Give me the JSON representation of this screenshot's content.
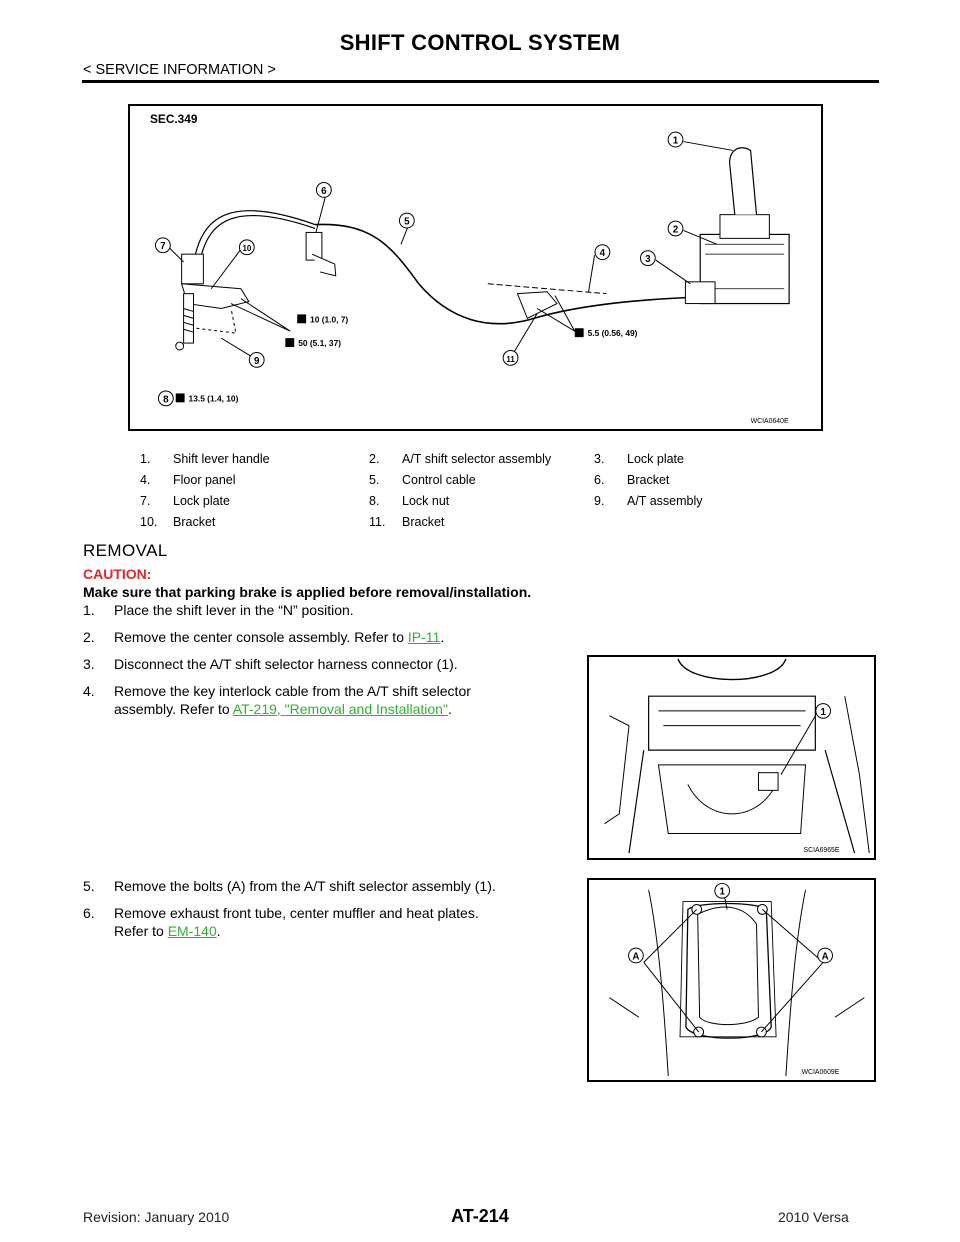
{
  "header": {
    "title": "SHIFT CONTROL SYSTEM",
    "section_tag": "< SERVICE INFORMATION >"
  },
  "figure1": {
    "sec_label": "SEC.349",
    "code": "WCIA0640E",
    "torque_labels": [
      "10 (1.0, 7)",
      "50 (5.1, 37)",
      "13.5 (1.4, 10)",
      "5.5 (0.56, 49)"
    ],
    "callouts": [
      "1",
      "2",
      "3",
      "4",
      "5",
      "6",
      "7",
      "8",
      "9",
      "10",
      "11"
    ]
  },
  "legend": [
    [
      {
        "num": "1.",
        "label": "Shift lever handle"
      },
      {
        "num": "2.",
        "label": "A/T shift selector assembly"
      },
      {
        "num": "3.",
        "label": "Lock plate"
      }
    ],
    [
      {
        "num": "4.",
        "label": "Floor panel"
      },
      {
        "num": "5.",
        "label": "Control cable"
      },
      {
        "num": "6.",
        "label": "Bracket"
      }
    ],
    [
      {
        "num": "7.",
        "label": "Lock plate"
      },
      {
        "num": "8.",
        "label": "Lock nut"
      },
      {
        "num": "9.",
        "label": "A/T assembly"
      }
    ],
    [
      {
        "num": "10.",
        "label": "Bracket"
      },
      {
        "num": "11.",
        "label": "Bracket"
      }
    ]
  ],
  "removal": {
    "heading": "REMOVAL",
    "caution_label": "CAUTION:",
    "caution_text": "Make sure that parking brake is applied before removal/installation.",
    "steps": [
      {
        "num": "1.",
        "text": "Place the shift lever in the “N” position."
      },
      {
        "num": "2.",
        "text_before": "Remove the center console assembly. Refer to ",
        "link": "IP-11",
        "text_after": "."
      },
      {
        "num": "3.",
        "text": "Disconnect the A/T shift selector harness connector (1)."
      },
      {
        "num": "4.",
        "line1": "Remove the key interlock cable from the A/T shift selector",
        "line2_before": "assembly. Refer to ",
        "link": "AT-219, \"Removal and Installation\"",
        "line2_after": "."
      },
      {
        "num": "5.",
        "text": "Remove the bolts (A) from the A/T shift selector assembly (1)."
      },
      {
        "num": "6.",
        "line1": "Remove exhaust front tube, center muffler and heat plates.",
        "line2_before": "Refer to ",
        "link": "EM-140",
        "line2_after": "."
      }
    ]
  },
  "figure2": {
    "code": "SCIA6965E",
    "callout": "1"
  },
  "figure3": {
    "code": "WCIA0609E",
    "callout_1": "1",
    "callout_a": "A"
  },
  "footer": {
    "revision": "Revision: January 2010",
    "page": "AT-214",
    "model": "2010 Versa"
  },
  "colors": {
    "caution": "#e3262d",
    "link": "#2bb52b"
  }
}
